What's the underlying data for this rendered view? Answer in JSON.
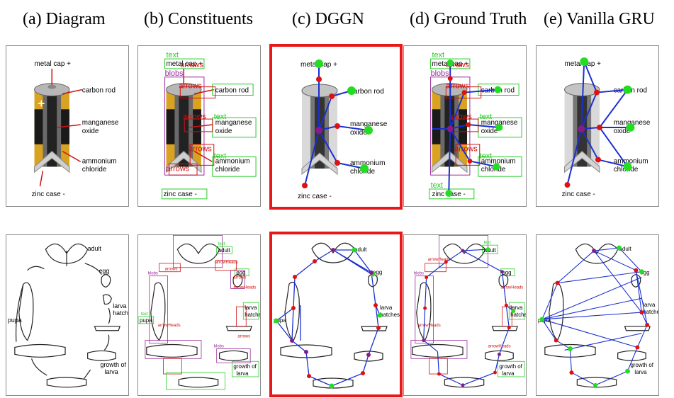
{
  "columns": [
    {
      "title": "(a) Diagram"
    },
    {
      "title": "(b) Constituents"
    },
    {
      "title": "(c) DGGN"
    },
    {
      "title": "(d) Ground Truth"
    },
    {
      "title": "(e) Vanilla GRU"
    }
  ],
  "battery_labels": {
    "cap": "metal cap +",
    "rod": "carbon rod",
    "oxide1": "manganese",
    "oxide2": "oxide",
    "amm1": "ammonium",
    "amm2": "chloride",
    "zinc": "zinc case -"
  },
  "lifecycle_labels": {
    "adult": "adult",
    "egg": "egg",
    "larva1": "larva",
    "larva2": "hatches",
    "pupa": "pupa",
    "growth1": "growth of",
    "growth2": "larva"
  },
  "constituent_tags": {
    "text": "text",
    "blobs": "blobs",
    "arrows": "arrows",
    "arrowHeads": "arrowHeads"
  },
  "colors": {
    "highlight": "#e81818",
    "node_text": "#22dd22",
    "node_arrow": "#e01010",
    "node_blob": "#8a1a8a",
    "edge": "#1a2fd0"
  }
}
